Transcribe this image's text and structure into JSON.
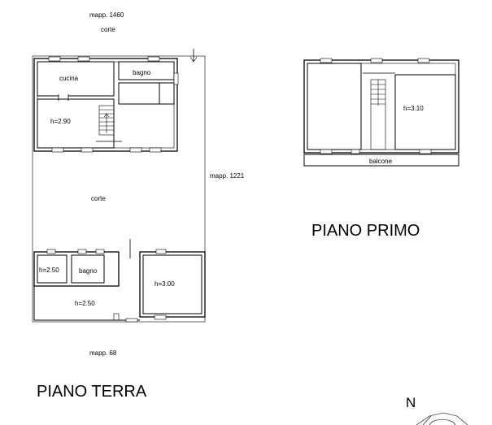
{
  "labels": {
    "mapp_1460": "mapp. 1460",
    "corte_top": "corte",
    "cucina": "cucina",
    "bagno_upper": "bagno",
    "h_290": "h=2.90",
    "mapp_1221": "mapp. 1221",
    "corte_middle": "corte",
    "h_250_left": "h=2.50",
    "bagno_lower": "bagno",
    "h_300": "h=3.00",
    "h_250_bottom": "h=2.50",
    "mapp_68": "mapp. 68",
    "piano_terra": "PIANO TERRA",
    "piano_primo": "PIANO PRIMO",
    "h_310": "h=3.10",
    "balcone": "balcone",
    "north": "N"
  },
  "icons": {
    "north_arrow": "compass-rose-icon"
  }
}
